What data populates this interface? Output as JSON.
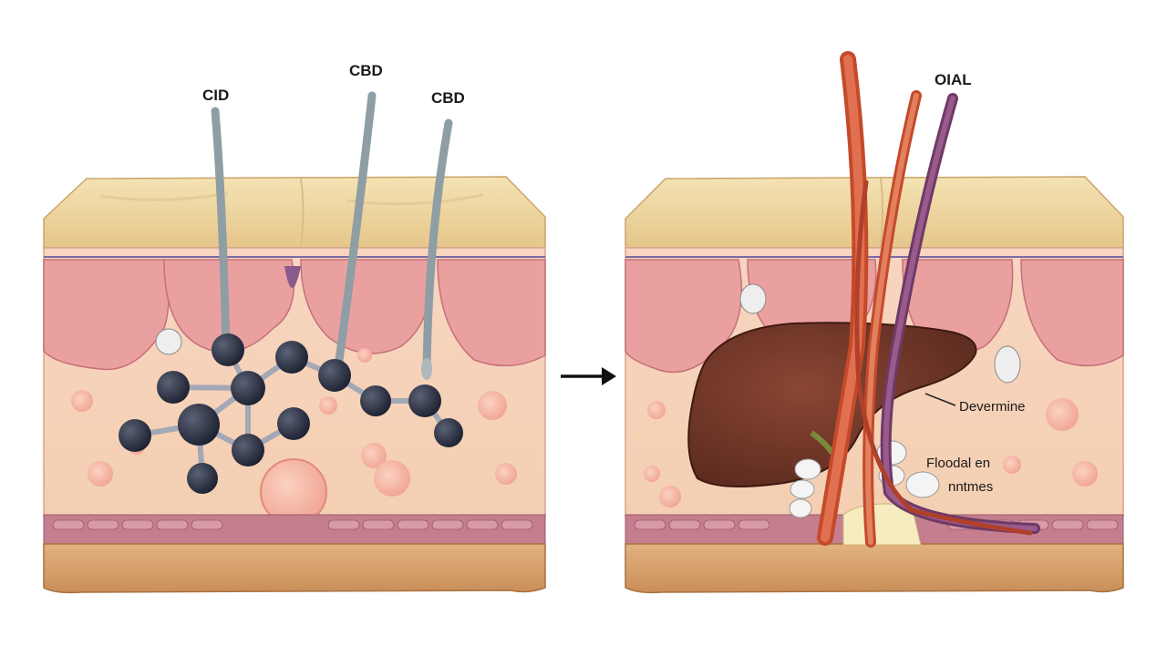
{
  "left_panel": {
    "labels": [
      "CID",
      "CBD",
      "CBD"
    ]
  },
  "right_panel": {
    "labels": {
      "top": "OIAL",
      "liver": "Devermine",
      "line1": "Floodal en",
      "line2": "nntmes"
    }
  },
  "colors": {
    "epidermis": "#efd9a0",
    "dermis": "#f2c7b0",
    "papillae": "#e79a95",
    "subcutis": "#d6a271",
    "molecule": "#2a2f3d",
    "needle": "#8f9ea5",
    "liver": "#6a3324",
    "artery": "#d85a3a",
    "vein": "#8a4a78"
  },
  "icons": [
    "arrow-right-icon"
  ]
}
